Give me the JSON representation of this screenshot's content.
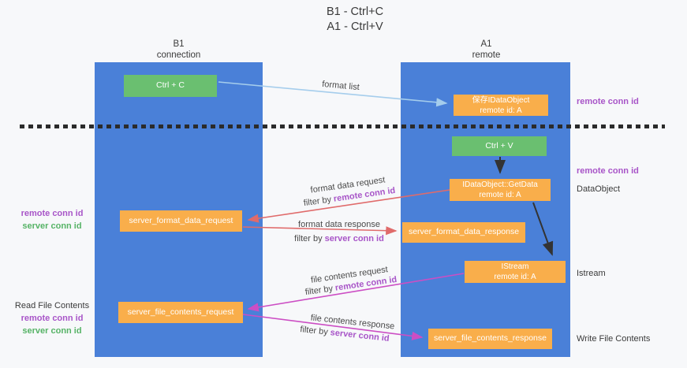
{
  "title": {
    "line1": "B1 - Ctrl+C",
    "line2": "A1 - Ctrl+V"
  },
  "lanes": {
    "left": {
      "title": "B1",
      "subtitle": "connection"
    },
    "right": {
      "title": "A1",
      "subtitle": "remote"
    }
  },
  "boxes": {
    "ctrl_c": {
      "label": "Ctrl + C"
    },
    "ctrl_v": {
      "label": "Ctrl + V"
    },
    "saved_dataobject": {
      "line1": "保存IDataObject",
      "line2": "remote id: A"
    },
    "getdata": {
      "line1": "IDataObject::GetData",
      "line2": "remote id: A"
    },
    "istream": {
      "line1": "IStream",
      "line2": "remote id: A"
    },
    "server_format_data_request": {
      "label": "server_format_data_request"
    },
    "server_format_data_response": {
      "label": "server_format_data_response"
    },
    "server_file_contents_request": {
      "label": "server_file_contents_request"
    },
    "server_file_contents_response": {
      "label": "server_file_contents_response"
    }
  },
  "flows": {
    "format_list": {
      "label": "format list"
    },
    "format_data_request": {
      "label": "format data request",
      "filter_prefix": "filter by",
      "filter_key": "remote conn id"
    },
    "format_data_response": {
      "label": "format data response",
      "filter_prefix": "filter by",
      "filter_key": "server conn id"
    },
    "file_contents_request": {
      "label": "file contents request",
      "filter_prefix": "filter by",
      "filter_key": "remote conn id"
    },
    "file_contents_response": {
      "label": "file contents response",
      "filter_prefix": "filter by",
      "filter_key": "server conn id"
    }
  },
  "annotations": {
    "right_remote_conn_top": "remote conn id",
    "right_remote_conn_mid": "remote conn id",
    "right_dataobject": "DataObject",
    "right_istream": "Istream",
    "right_write_file": "Write File Contents",
    "left_remote_conn_top": "remote conn id",
    "left_server_conn_top": "server conn id",
    "left_read_file": "Read File Contents",
    "left_remote_conn_bottom": "remote conn id",
    "left_server_conn_bottom": "server conn id"
  },
  "colors": {
    "lane_blue": "#4a80d8",
    "box_green": "#6abf70",
    "box_orange": "#f9ae4b",
    "arrow_red": "#e06b6b",
    "arrow_magenta": "#cc4ec4",
    "arrow_light_blue": "#a5cdec",
    "arrow_black": "#333333",
    "highlight_purple": "#a855c8",
    "highlight_green": "#56b366"
  }
}
